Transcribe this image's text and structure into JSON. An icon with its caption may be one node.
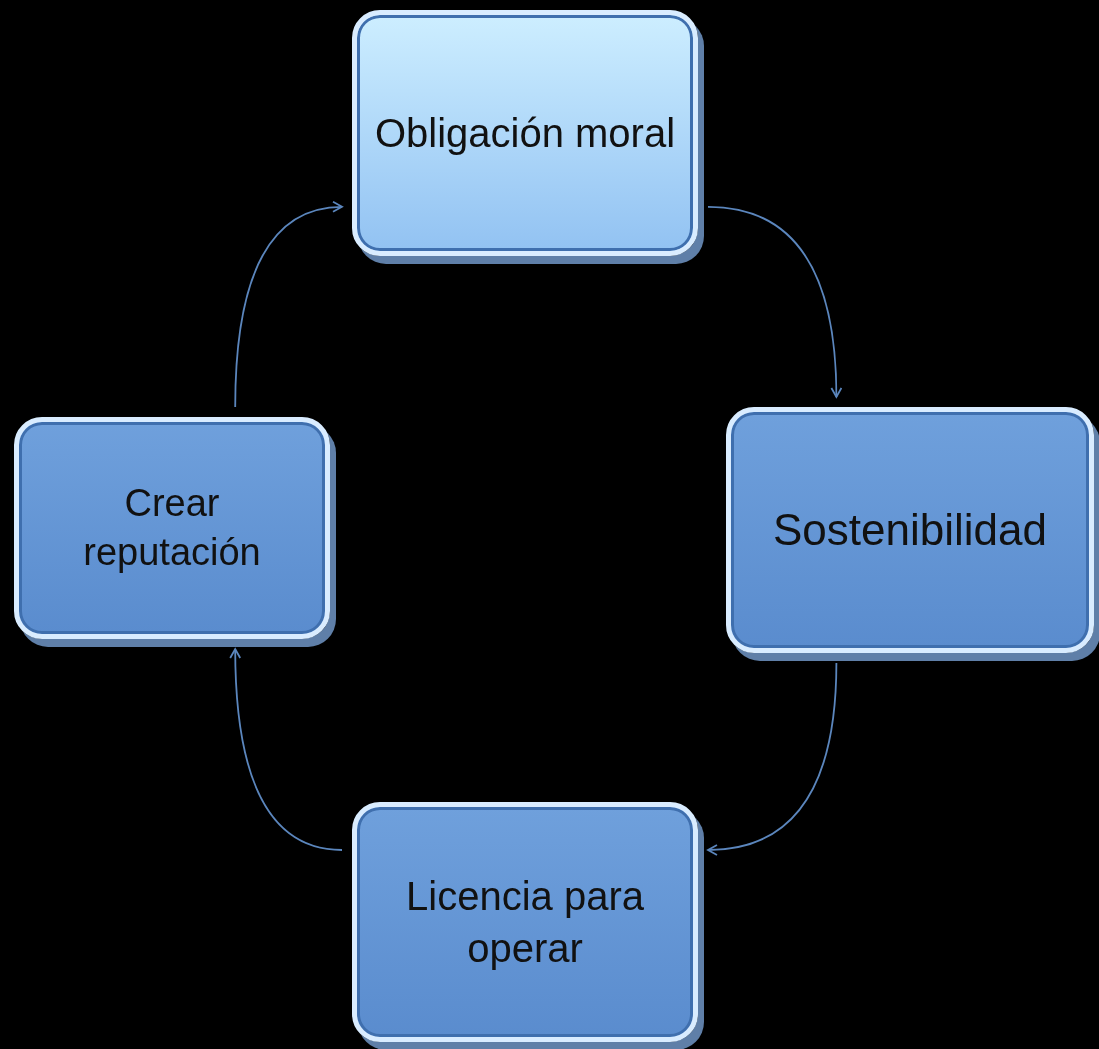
{
  "diagram": {
    "nodes": [
      {
        "text": [
          "Obligación moral"
        ]
      },
      {
        "text": [
          "Sostenibilidad"
        ]
      },
      {
        "text": [
          "Licencia para operar"
        ]
      },
      {
        "text": [
          "Crear reputación"
        ]
      }
    ],
    "edges": [
      {
        "from": 0,
        "to": 1,
        "arrow": "to"
      },
      {
        "from": 1,
        "to": 2,
        "arrow": "to"
      },
      {
        "from": 2,
        "to": 3,
        "arrow": "to"
      },
      {
        "from": 3,
        "to": 0,
        "arrow": "to"
      }
    ]
  }
}
